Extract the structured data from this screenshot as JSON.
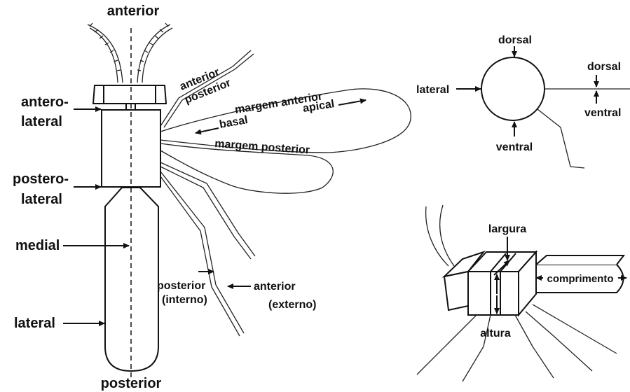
{
  "left_figure": {
    "anterior": "anterior",
    "posterior": "posterior",
    "antero_lateral_1": "antero-",
    "antero_lateral_2": "lateral",
    "postero_lateral_1": "postero-",
    "postero_lateral_2": "lateral",
    "medial": "medial",
    "lateral": "lateral",
    "antenna_anterior": "anterior",
    "antenna_posterior": "posterior",
    "wing_margin_anterior": "margem anterior",
    "wing_apical": "apical",
    "wing_basal": "basal",
    "wing_margin_posterior": "margem posterior",
    "leg_posterior": "posterior",
    "leg_interno": "(interno)",
    "leg_anterior": "anterior",
    "leg_externo": "(externo)"
  },
  "section_figure": {
    "dorsal_top": "dorsal",
    "lateral": "lateral",
    "ventral_bottom": "ventral",
    "dorsal_right": "dorsal",
    "ventral_right": "ventral"
  },
  "block_figure": {
    "largura": "largura",
    "altura": "altura",
    "comprimento": "comprimento"
  }
}
